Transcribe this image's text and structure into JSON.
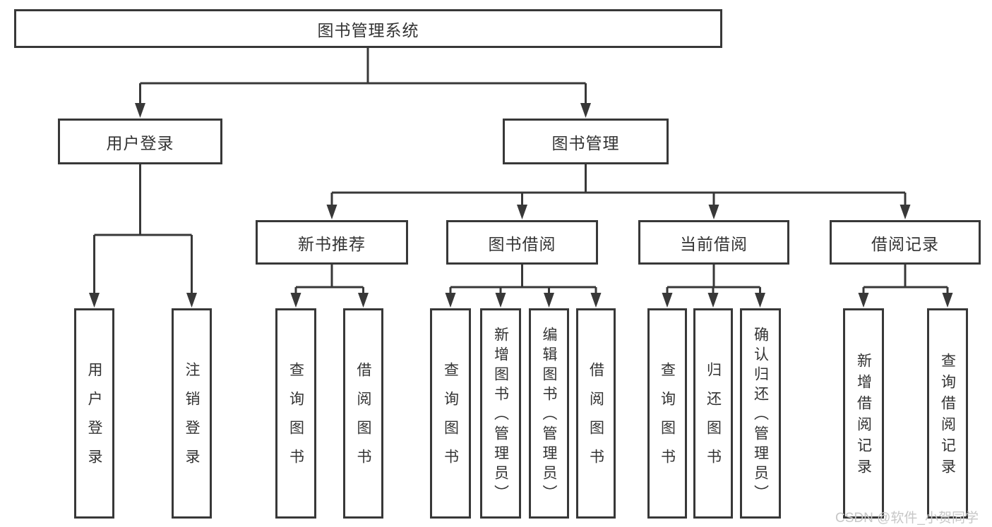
{
  "diagram": {
    "root": {
      "label": "图书管理系统"
    },
    "branches": [
      {
        "label": "用户登录",
        "children": [
          {
            "label": "用户登录"
          },
          {
            "label": "注销登录"
          }
        ]
      },
      {
        "label": "图书管理",
        "children": [
          {
            "label": "新书推荐",
            "children": [
              {
                "label": "查询图书"
              },
              {
                "label": "借阅图书"
              }
            ]
          },
          {
            "label": "图书借阅",
            "children": [
              {
                "label": "查询图书"
              },
              {
                "label": "新增图书（管理员）"
              },
              {
                "label": "编辑图书（管理员）"
              },
              {
                "label": "借阅图书"
              }
            ]
          },
          {
            "label": "当前借阅",
            "children": [
              {
                "label": "查询图书"
              },
              {
                "label": "归还图书"
              },
              {
                "label": "确认归还（管理员）"
              }
            ]
          },
          {
            "label": "借阅记录",
            "children": [
              {
                "label": "新增借阅记录"
              },
              {
                "label": "查询借阅记录"
              }
            ]
          }
        ]
      }
    ],
    "watermark": "CSDN @软件_小贺同学",
    "colors": {
      "line": "#383838",
      "text": "#333333",
      "watermark": "#c7c7c7",
      "background": "#ffffff"
    }
  }
}
